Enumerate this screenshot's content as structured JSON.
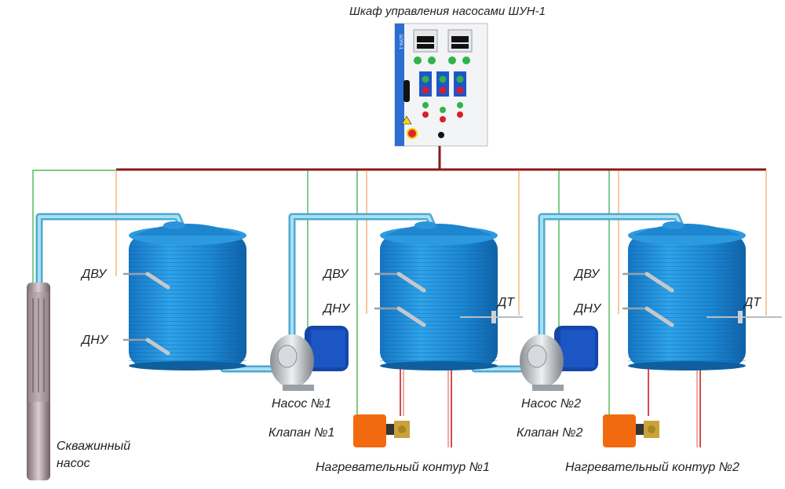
{
  "control_cabinet": {
    "title": "Шкаф управления насосами ШУН-1",
    "side_text": "ШУН-1"
  },
  "borehole_pump": {
    "line1": "Скважинный",
    "line2": "насос"
  },
  "tanks": [
    {
      "upper_sensor": "ДВУ",
      "lower_sensor": "ДНУ"
    },
    {
      "upper_sensor": "ДВУ",
      "lower_sensor": "ДНУ",
      "temp_sensor": "ДТ"
    },
    {
      "upper_sensor": "ДВУ",
      "lower_sensor": "ДНУ",
      "temp_sensor": "ДТ"
    }
  ],
  "pumps": [
    {
      "label": "Насос №1"
    },
    {
      "label": "Насос №2"
    }
  ],
  "valves": [
    {
      "label": "Клапан №1"
    },
    {
      "label": "Клапан №2"
    }
  ],
  "heating_circuits": [
    {
      "label": "Нагревательный контур №1"
    },
    {
      "label": "Нагревательный контур №2"
    }
  ],
  "colors": {
    "power_bus": "#8b1a1a",
    "signal_green": "#2faa3a",
    "signal_orange": "#f2a65a",
    "water_pipe": "#6ec6e6",
    "tank_blue": "#1f8fd6",
    "heating_red": "#d94a4a"
  }
}
